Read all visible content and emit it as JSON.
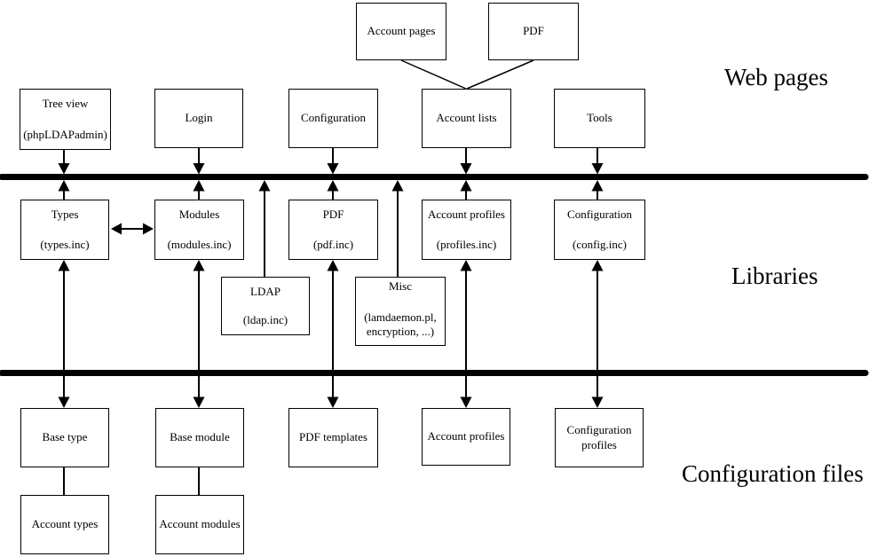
{
  "sections": {
    "web_pages": "Web pages",
    "libraries": "Libraries",
    "configuration_files": "Configuration files"
  },
  "nodes": {
    "account_pages": {
      "label": "Account pages"
    },
    "pdf_pages": {
      "label": "PDF"
    },
    "tree_view": {
      "label": "Tree view",
      "sublabel": "(phpLDAPadmin)"
    },
    "login": {
      "label": "Login"
    },
    "configuration": {
      "label": "Configuration"
    },
    "account_lists": {
      "label": "Account lists"
    },
    "tools": {
      "label": "Tools"
    },
    "types": {
      "label": "Types",
      "sublabel": "(types.inc)"
    },
    "modules": {
      "label": "Modules",
      "sublabel": "(modules.inc)"
    },
    "pdf_lib": {
      "label": "PDF",
      "sublabel": "(pdf.inc)"
    },
    "account_profiles_lib": {
      "label": "Account profiles",
      "sublabel": "(profiles.inc)"
    },
    "configuration_lib": {
      "label": "Configuration",
      "sublabel": "(config.inc)"
    },
    "ldap": {
      "label": "LDAP",
      "sublabel": "(ldap.inc)"
    },
    "misc": {
      "label": "Misc",
      "sublabel": "(lamdaemon.pl, encryption, ...)"
    },
    "base_type": {
      "label": "Base type"
    },
    "base_module": {
      "label": "Base module"
    },
    "pdf_templates": {
      "label": "PDF templates"
    },
    "account_profiles_files": {
      "label": "Account profiles"
    },
    "configuration_profiles": {
      "label": "Configuration profiles"
    },
    "account_types": {
      "label": "Account types"
    },
    "account_modules": {
      "label": "Account modules"
    }
  },
  "edges": [
    {
      "from": "account_pages",
      "to": "account_lists",
      "style": "plain-line"
    },
    {
      "from": "pdf_pages",
      "to": "account_lists",
      "style": "plain-line"
    },
    {
      "from": "tree_view",
      "to": "bus_web_libraries",
      "style": "arrow-into-bus"
    },
    {
      "from": "login",
      "to": "bus_web_libraries",
      "style": "arrow-into-bus"
    },
    {
      "from": "configuration",
      "to": "bus_web_libraries",
      "style": "arrow-into-bus"
    },
    {
      "from": "account_lists",
      "to": "bus_web_libraries",
      "style": "arrow-into-bus"
    },
    {
      "from": "tools",
      "to": "bus_web_libraries",
      "style": "arrow-into-bus"
    },
    {
      "from": "types",
      "to": "bus_web_libraries",
      "style": "arrow-into-bus"
    },
    {
      "from": "modules",
      "to": "bus_web_libraries",
      "style": "arrow-into-bus"
    },
    {
      "from": "pdf_lib",
      "to": "bus_web_libraries",
      "style": "arrow-into-bus"
    },
    {
      "from": "account_profiles_lib",
      "to": "bus_web_libraries",
      "style": "arrow-into-bus"
    },
    {
      "from": "configuration_lib",
      "to": "bus_web_libraries",
      "style": "arrow-into-bus"
    },
    {
      "from": "ldap",
      "to": "bus_web_libraries",
      "style": "arrow-into-bus"
    },
    {
      "from": "misc",
      "to": "bus_web_libraries",
      "style": "arrow-into-bus"
    },
    {
      "from": "types",
      "to": "modules",
      "style": "double-arrow"
    },
    {
      "from": "types",
      "to": "base_type",
      "style": "double-arrow-across-bus"
    },
    {
      "from": "modules",
      "to": "base_module",
      "style": "double-arrow-across-bus"
    },
    {
      "from": "pdf_lib",
      "to": "pdf_templates",
      "style": "double-arrow-across-bus"
    },
    {
      "from": "account_profiles_lib",
      "to": "account_profiles_files",
      "style": "double-arrow-across-bus"
    },
    {
      "from": "configuration_lib",
      "to": "configuration_profiles",
      "style": "double-arrow-across-bus"
    },
    {
      "from": "base_type",
      "to": "account_types",
      "style": "plain-line"
    },
    {
      "from": "base_module",
      "to": "account_modules",
      "style": "plain-line"
    }
  ],
  "buses": [
    {
      "id": "bus_web_libraries"
    },
    {
      "id": "bus_libraries_configuration_files"
    }
  ],
  "colors": {
    "line": "#000000",
    "background": "#ffffff"
  }
}
